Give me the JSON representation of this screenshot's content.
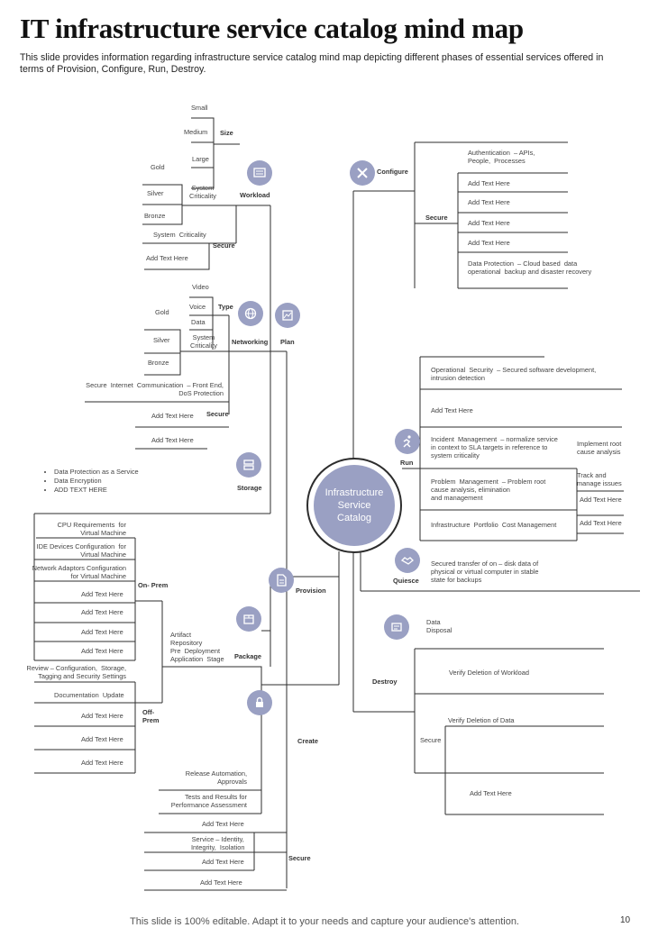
{
  "title": "IT infrastructure service catalog mind map",
  "subtitle": "This slide provides information regarding infrastructure service catalog mind map depicting different phases of essential services offered in terms of Provision, Configure, Run, Destroy.",
  "footer": "This slide is 100% editable. Adapt it to your needs and capture your audience's attention.",
  "page_number": "10",
  "center": "Infrastructure\nService\nCatalog",
  "branches": {
    "configure": "Configure",
    "run": "Run",
    "quiesce": "Quiesce",
    "destroy": "Destroy",
    "provision": "Provision",
    "plan": "Plan",
    "create": "Create",
    "workload": "Workload",
    "networking": "Networking",
    "storage": "Storage",
    "package": "Package",
    "size": "Size",
    "type": "Type",
    "secure": "Secure",
    "on_prem": "On- Prem",
    "off_prem": "Off-\nPrem"
  },
  "workload": {
    "sizes": [
      "Small",
      "Medium",
      "Large"
    ],
    "tiers": [
      "Gold",
      "Silver",
      "Bronze"
    ],
    "system_criticality": "System\nCriticality",
    "system_criticality_2": "System  Criticality",
    "add_text": "Add Text Here"
  },
  "networking": {
    "types": [
      "Video",
      "Voice",
      "Data"
    ],
    "tiers": [
      "Gold",
      "Silver",
      "Bronze"
    ],
    "system_criticality": "System\nCriticality",
    "secure_comm": "Secure  Internet  Communication  – Front End,\nDoS Protection",
    "add_text_1": "Add Text Here",
    "add_text_2": "Add Text Here"
  },
  "storage_bullets": [
    "Data Protection as a Service",
    "Data Encryption",
    "ADD TEXT HERE"
  ],
  "on_prem": [
    "CPU Requirements  for\nVirtual Machine",
    "IDE Devices Configuration  for\nVirtual Machine",
    "Network Adaptors Configuration\nfor Virtual Machine",
    "Add Text Here",
    "Add Text Here",
    "Add Text Here",
    "Add Text Here"
  ],
  "off_prem": [
    "Review – Configuration,  Storage,\nTagging and Security Settings",
    "Documentation  Update",
    "Add Text Here",
    "Add Text Here",
    "Add Text Here"
  ],
  "package_items": "Artifact\nRepository\nPre  Deployment\nApplication  Stage",
  "create_items": [
    "Release Automation,\nApprovals",
    "Tests and Results for\nPerformance Assessment"
  ],
  "create_secure": [
    "Add Text Here",
    "Service – Identity,\nIntegrity,  Isolation",
    "Add Text Here",
    "Add Text Here"
  ],
  "configure": [
    "Authentication  – APIs,\nPeople,  Processes",
    "Add Text Here",
    "Add Text Here",
    "Add Text Here",
    "Add Text Here",
    "Data Protection  – Cloud based  data\noperational  backup and disaster recovery"
  ],
  "run": [
    "Operational  Security  – Secured software development,\nintrusion detection",
    "Add Text Here",
    "Incident  Management  – normalize service\nin context to SLA targets in reference to\nsystem criticality",
    "Problem  Management  – Problem root\ncause analysis, elimination\nand management",
    "Infrastructure  Portfolio  Cost Management"
  ],
  "run_side": [
    "Implement root\ncause analysis",
    "Track and\nmanage issues",
    "Add Text Here",
    "Add Text Here"
  ],
  "quiesce_text": "Secured transfer of on – disk data of\nphysical or virtual computer in stable\nstate for backups",
  "destroy": {
    "data_disposal": "Data\nDisposal",
    "verify_workload": "Verify Deletion of Workload",
    "verify_data": "Verify Deletion of Data",
    "secure": "Secure",
    "add_text": "Add Text Here"
  },
  "colors": {
    "accent": "#9aa0c3",
    "line": "#2d2d2d"
  }
}
